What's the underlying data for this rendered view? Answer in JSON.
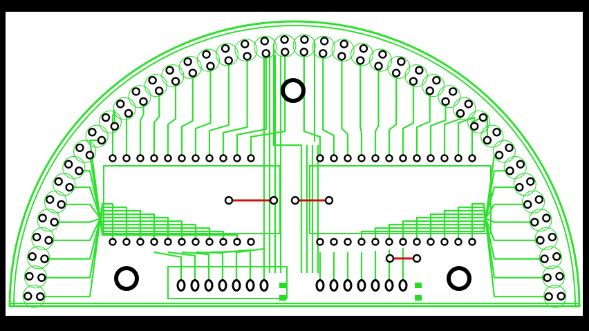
{
  "colors": {
    "background": "#000000",
    "board": "#ffffff",
    "trace": "#2ee02e",
    "pad_ring": "#000000",
    "jumper": "#cc1111",
    "smd_pad": "#22dd22",
    "mount_hole": "#000000"
  },
  "board": {
    "shape": "semicircle",
    "outer_arc_leds": 42,
    "mounting_holes": 3
  },
  "headers": [
    {
      "name": "top-left-header",
      "pins": 11
    },
    {
      "name": "top-right-header",
      "pins": 12
    },
    {
      "name": "bottom-left-header",
      "pins": 11
    },
    {
      "name": "bottom-right-header",
      "pins": 12
    },
    {
      "name": "bottom-left-connector",
      "pins": 7
    },
    {
      "name": "bottom-right-connector",
      "pins": 7
    }
  ],
  "jumpers": 3,
  "icons": {
    "via": "pad-ring-icon",
    "hole": "mounting-hole-icon"
  }
}
